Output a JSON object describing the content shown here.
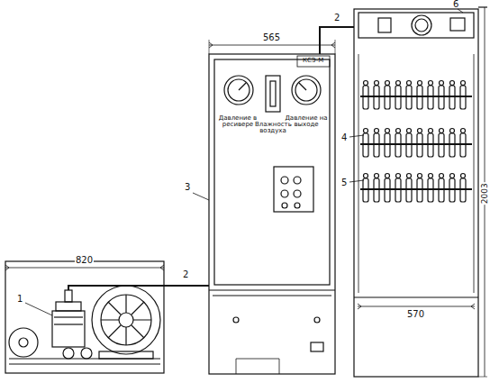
{
  "diagram": {
    "labels": [
      "820",
      "1",
      "2",
      "565",
      "3",
      "Давление в ресивере",
      "Влажность воздуха",
      "Давление на выходе",
      "КСЭ-М",
      "2",
      "6",
      "4",
      "5",
      "570",
      "2003"
    ]
  }
}
